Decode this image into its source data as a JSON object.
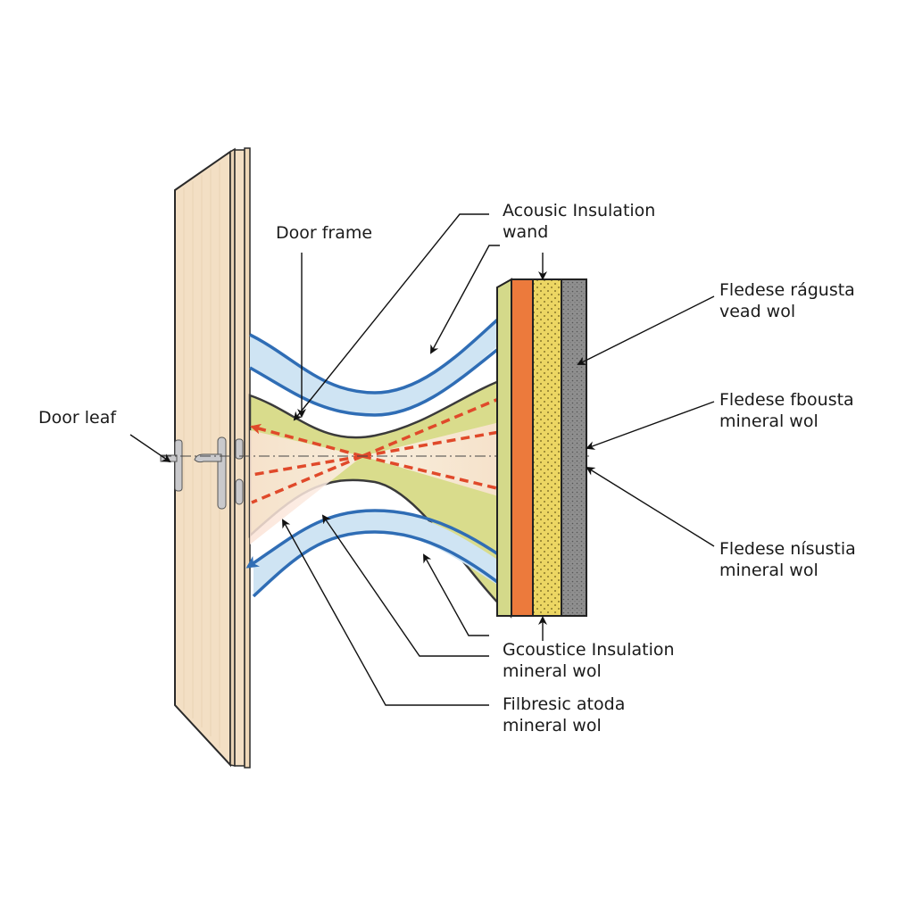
{
  "diagram": {
    "labels": {
      "door_frame": "Door frame",
      "door_leaf": "Door leaf",
      "acoustic_insulation_wand": [
        "Acousic Insulation",
        "wand"
      ],
      "right_top": [
        "Fledese rágusta",
        "vead wol"
      ],
      "right_mid": [
        "Fledese fbousta",
        "mineral wol"
      ],
      "right_bottom": [
        "Fledese nísustia",
        "mineral wol"
      ],
      "bottom_1": [
        "Gcoustice Insulation",
        "mineral wol"
      ],
      "bottom_2": [
        "Filbresic atoda",
        "mineral wol"
      ]
    },
    "colors": {
      "door_wood": "#f3dfc4",
      "sound_wave_blue": "#2f6db5",
      "wave_fill": "#cfe4f3",
      "core_fill": "#d9dc8c",
      "red_arrows": "#e0492a",
      "orange_layer": "#ec7a3c",
      "yellow_layer": "#ecd663",
      "grey_layer": "#8f8f8f"
    }
  }
}
